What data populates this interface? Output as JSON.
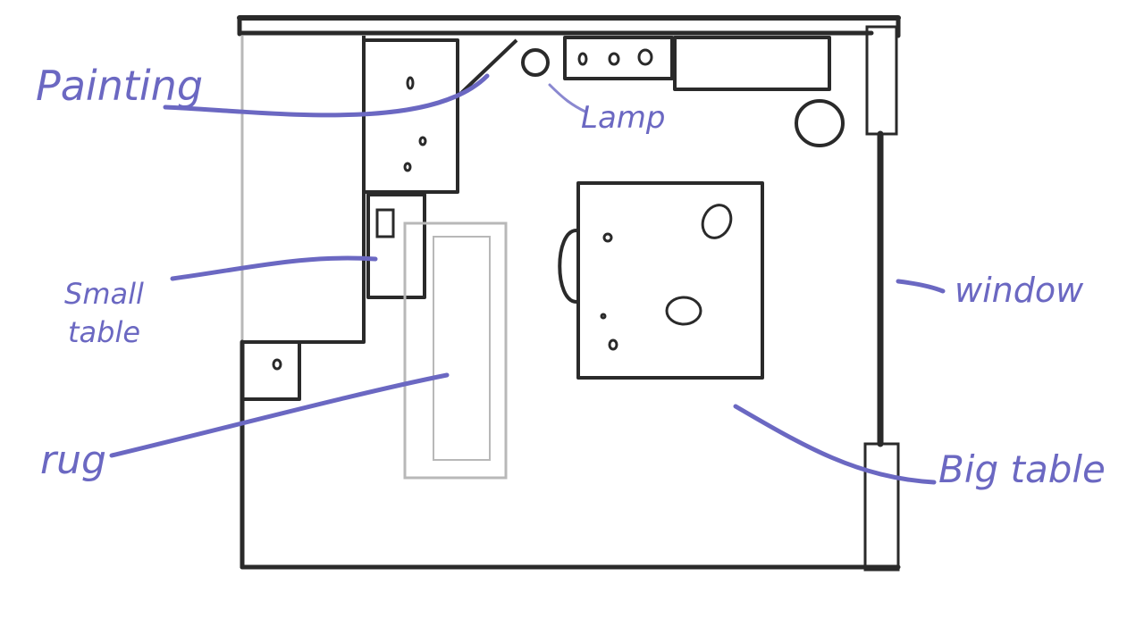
{
  "diagram": {
    "labels": {
      "painting": "Painting",
      "lamp": "Lamp",
      "small_table_line1": "Small",
      "small_table_line2": "table",
      "rug": "rug",
      "window": "window",
      "big_table": "Big table"
    },
    "colors": {
      "annotation": "#6b68c2",
      "walls": "#2a2a2a",
      "rug": "#b8b8b8"
    }
  }
}
